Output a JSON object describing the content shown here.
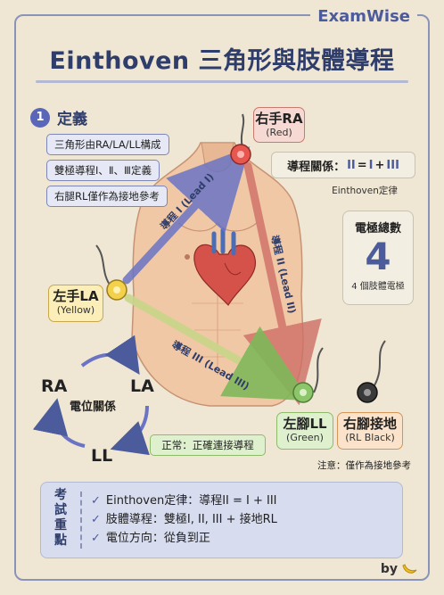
{
  "brand": "ExamWise",
  "title": "Einthoven 三角形與肢體導程",
  "definition": {
    "number": "1",
    "heading": "定義",
    "items": [
      "三角形由RA/LA/LL構成",
      "雙極導程Ⅰ、Ⅱ、Ⅲ定義",
      "右腿RL僅作為接地參考"
    ]
  },
  "electrodes": {
    "ra": {
      "name": "右手RA",
      "color_label": "(Red)",
      "color": "#d9534f"
    },
    "la": {
      "name": "左手LA",
      "color_label": "(Yellow)",
      "color": "#e8c43c"
    },
    "ll": {
      "name": "左腳LL",
      "color_label": "(Green)",
      "color": "#7fb85a"
    },
    "rl": {
      "name": "右腳接地",
      "color_label": "(RL Black)",
      "color": "#333333"
    }
  },
  "leads": {
    "lead1": "導程 I (Lead I)",
    "lead2": "導程 II (Lead II)",
    "lead3": "導程 III (Lead III)"
  },
  "formula": {
    "label": "導程關係：",
    "lhs": "II",
    "eq": "=",
    "term1": "I",
    "plus": "+",
    "term2": "III",
    "caption": "Einthoven定律"
  },
  "count": {
    "label": "電極總數",
    "value": "4",
    "sub": "4 個肢體電極"
  },
  "cycle": {
    "ra": "RA",
    "la": "LA",
    "ll": "LL",
    "center": "電位關係"
  },
  "normal": "正常：正確連接導程",
  "note": "注意：僅作為接地參考",
  "exam": {
    "title": [
      "考",
      "試",
      "重",
      "點"
    ],
    "items": [
      "Einthoven定律：導程II = I + III",
      "肢體導程：雙極I, II, III + 接地RL",
      "電位方向：從負到正"
    ]
  },
  "footer": "by"
}
